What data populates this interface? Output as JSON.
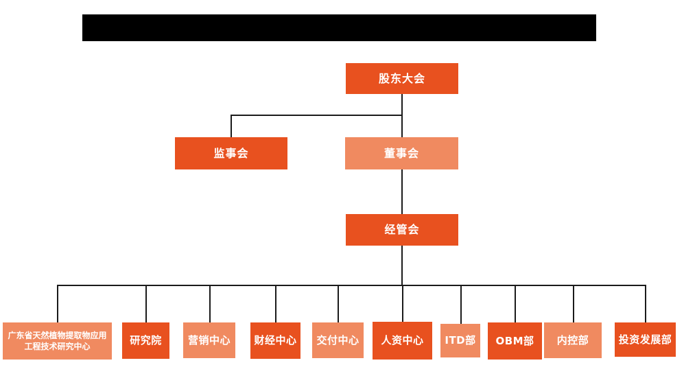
{
  "theme": {
    "primary_color": "#E8511F",
    "secondary_color": "#F08A60",
    "connector_color": "#1a1a1a",
    "node_text_color": "#ffffff",
    "redaction_color": "#000000"
  },
  "org": {
    "root": {
      "label": "股东大会"
    },
    "supervisory": {
      "label": "监事会"
    },
    "board": {
      "label": "董事会"
    },
    "management": {
      "label": "经管会"
    },
    "departments": [
      {
        "label": "广东省天然植物提取物应用工程技术研究中心"
      },
      {
        "label": "研究院"
      },
      {
        "label": "营销中心"
      },
      {
        "label": "财经中心"
      },
      {
        "label": "交付中心"
      },
      {
        "label": "人资中心"
      },
      {
        "label": "ITD部"
      },
      {
        "label": "OBM部"
      },
      {
        "label": "内控部"
      },
      {
        "label": "投资发展部"
      }
    ]
  }
}
